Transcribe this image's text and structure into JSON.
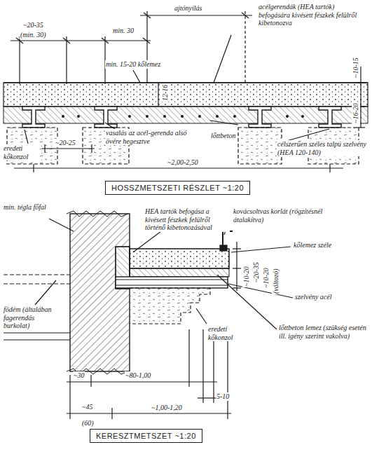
{
  "diagram": {
    "nodes": [
      {
        "text": [
          "HOSSZMETSZETI RÉSZLET ~1:20"
        ]
      },
      {
        "text": [
          "KERESZTMETSZET ~1:20"
        ]
      }
    ],
    "labels": [
      "ajtónyílás",
      "~20-35",
      "(min. 30)",
      "min. 30",
      "acélgerendák (HEA tartók) befogására kivésett fészkek felülről kibetonozva",
      "min. 15-20 kőlemez",
      "12-16",
      "~10-15",
      "~16-20",
      "vasalás az acél-gerenda alsó övére hegesztve",
      "lőttbeton",
      "eredeti kőkonzol",
      "~20-25",
      "célszerűen széles talpú szelvény (HEA 120-140)",
      "~2,00-2,50",
      "min. tégla főfal",
      "HEA tartók befogása a kivésett fészkek felülről történő kibetonozásával",
      "kovácsoltvas korlát (rögzítésnél átalakítva)",
      "kőlemez széle",
      "~10-20",
      "~20-35",
      "~10-20",
      "(változó)",
      "szelvény acél",
      "eredeti kőkonzol",
      "lőttbeton lemez (szükség esetén ill. igény szerint vakolva)",
      "födém (általában fagerendás burkolat)",
      "~30",
      "~80-1,00",
      "5-10",
      "~45",
      "(60)",
      "~1,00-1,20"
    ]
  }
}
